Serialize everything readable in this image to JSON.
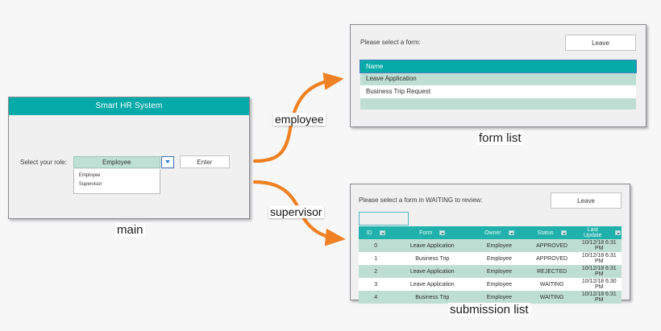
{
  "diagram": {
    "arrow_color": "#ef8124",
    "accent_teal": "#06aaa9",
    "row_mint": "#bfded3",
    "labels": {
      "employee": "employee",
      "supervisor": "supervisor"
    },
    "captions": {
      "main": "main",
      "form_list": "form list",
      "submission_list": "submission list"
    }
  },
  "main_window": {
    "title": "Smart HR System",
    "role_label": "Select your role:",
    "role_value": "Employee",
    "role_options": [
      "Employee",
      "Supervisor"
    ],
    "enter_label": "Enter"
  },
  "form_list_window": {
    "prompt": "Please select a form:",
    "leave_label": "Leave",
    "column_header": "Name",
    "rows": [
      "Leave Application",
      "Business Trip Request",
      ""
    ]
  },
  "submission_list_window": {
    "prompt": "Please select a form in WAITING to review:",
    "leave_label": "Leave",
    "search_value": "",
    "columns": [
      "ID",
      "Form",
      "Owner",
      "Status",
      "Last Update"
    ],
    "rows": [
      {
        "id": "0",
        "form": "Leave Application",
        "owner": "Employee",
        "status": "APPROVED",
        "last_update": "10/12/18 6:31 PM"
      },
      {
        "id": "1",
        "form": "Business Trip",
        "owner": "Employee",
        "status": "APPROVED",
        "last_update": "10/12/18 6:31 PM"
      },
      {
        "id": "2",
        "form": "Leave Application",
        "owner": "Employee",
        "status": "REJECTED",
        "last_update": "10/12/18 6:31 PM"
      },
      {
        "id": "3",
        "form": "Leave Application",
        "owner": "Employee",
        "status": "WAITING",
        "last_update": "10/12/18 6:30 PM"
      },
      {
        "id": "4",
        "form": "Business Trip",
        "owner": "Employee",
        "status": "WAITING",
        "last_update": "10/12/18 6:31 PM"
      }
    ]
  }
}
